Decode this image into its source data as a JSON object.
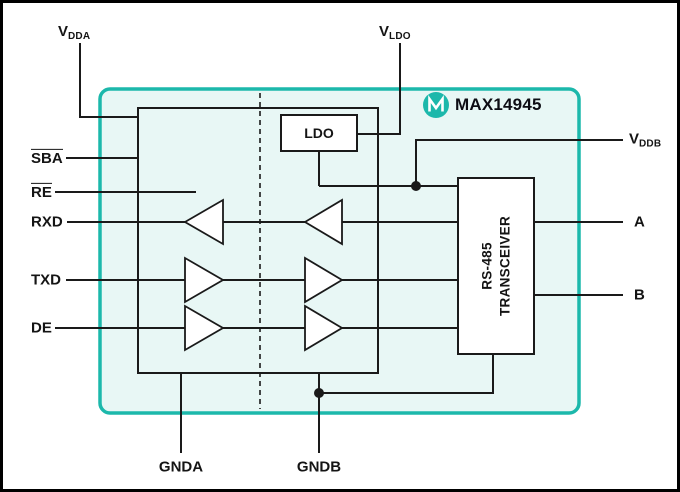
{
  "diagram": {
    "chip_name": "MAX14945",
    "blocks": {
      "ldo": "LDO",
      "transceiver_line1": "RS-485",
      "transceiver_line2": "TRANSCEIVER"
    },
    "pins": {
      "vdda": {
        "base": "V",
        "sub": "DDA"
      },
      "vldo": {
        "base": "V",
        "sub": "LDO"
      },
      "vddb": {
        "base": "V",
        "sub": "DDB"
      },
      "sba": "SBA",
      "re": "RE",
      "rxd": "RXD",
      "txd": "TXD",
      "de": "DE",
      "gnda": "GNDA",
      "gndb": "GNDB",
      "a": "A",
      "b": "B"
    },
    "colors": {
      "brand_teal": "#1cb8ab",
      "chip_fill": "#e8f7f5",
      "line_black": "#1a1a1a"
    }
  }
}
